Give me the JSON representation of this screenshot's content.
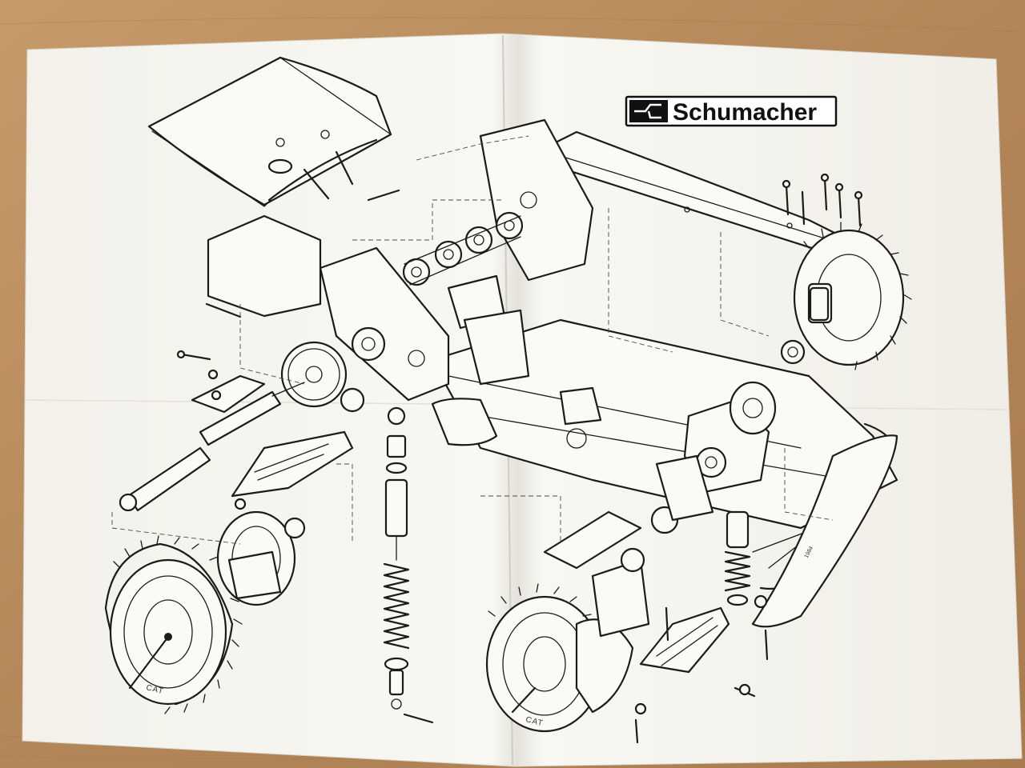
{
  "poster": {
    "brand": "Schumacher",
    "tyre_marking": "CAT",
    "credit_visible_part": "1984"
  },
  "colors": {
    "table": "#b58a5c",
    "paper": "#f6f4ee",
    "ink": "#1b1b1b"
  }
}
